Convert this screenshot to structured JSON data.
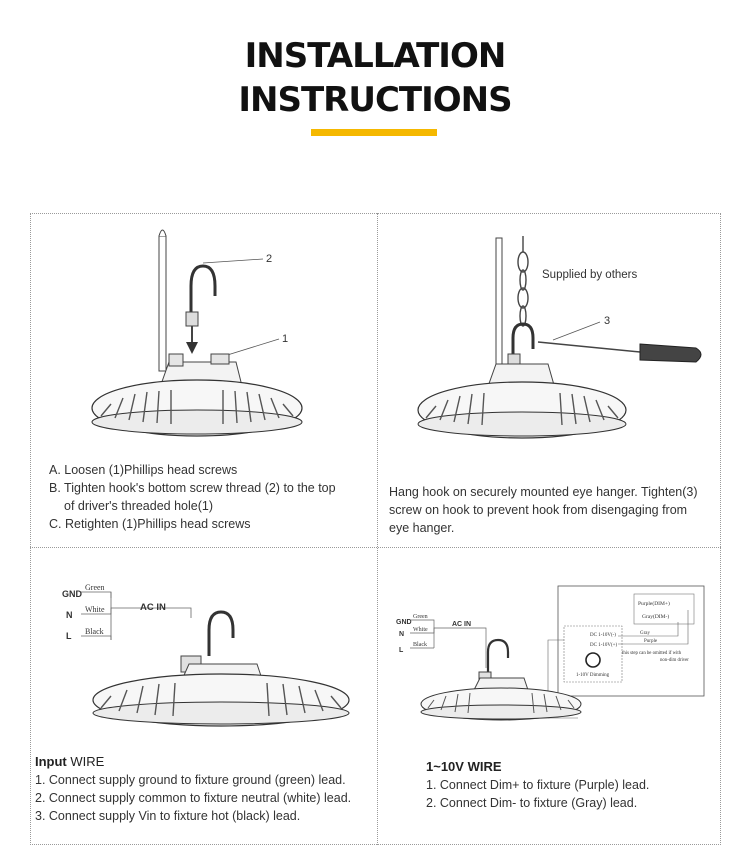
{
  "header": {
    "title_line1": "INSTALLATION",
    "title_line2": "INSTRUCTIONS",
    "accent_color": "#f5b800"
  },
  "panel1": {
    "callouts": [
      "2",
      "1"
    ],
    "steps": [
      {
        "line1": "A.  Loosen (1)Phillips head screws"
      },
      {
        "line1": "B. Tighten hook's bottom screw thread (2) to the top",
        "line2": "of driver's threaded hole(1)"
      },
      {
        "line1": "C. Retighten (1)Phillips head screws"
      }
    ]
  },
  "panel2": {
    "supplied_label": "Supplied  by others",
    "callout": "3",
    "text_lines": [
      "Hang hook on securely mounted eye hanger. Tighten(3)",
      "screw on hook to prevent hook from disengaging from",
      "eye hanger."
    ]
  },
  "panel3": {
    "terminals": [
      "GND",
      "N",
      "L"
    ],
    "wire_colors": [
      "Green",
      "White",
      "Black"
    ],
    "ac_label": "AC  IN",
    "heading_bold": "Input",
    "heading_rest": " WIRE",
    "steps": [
      "1. Connect supply ground to fixture ground (green) lead.",
      "2. Connect supply common to fixture neutral (white) lead.",
      "3. Connect supply Vin to fixture hot (black) lead."
    ]
  },
  "panel4": {
    "terminals": [
      "GND",
      "N",
      "L"
    ],
    "wire_colors": [
      "Green",
      "White",
      "Black"
    ],
    "ac_label": "AC  IN",
    "dim_labels": [
      "Purple(DIM+)",
      "Gray(DIM-)",
      "DC 1-10V(-)",
      "DC 1-10V(+)",
      "Gray",
      "Purple",
      "1-10V Dimming"
    ],
    "note_lines": [
      "this step can be omitted if with",
      "non-dim driver"
    ],
    "heading": "1~10V WIRE",
    "steps": [
      "1. Connect Dim+ to fixture  (Purple) lead.",
      "2. Connect  Dim-  to fixture (Gray) lead."
    ]
  }
}
